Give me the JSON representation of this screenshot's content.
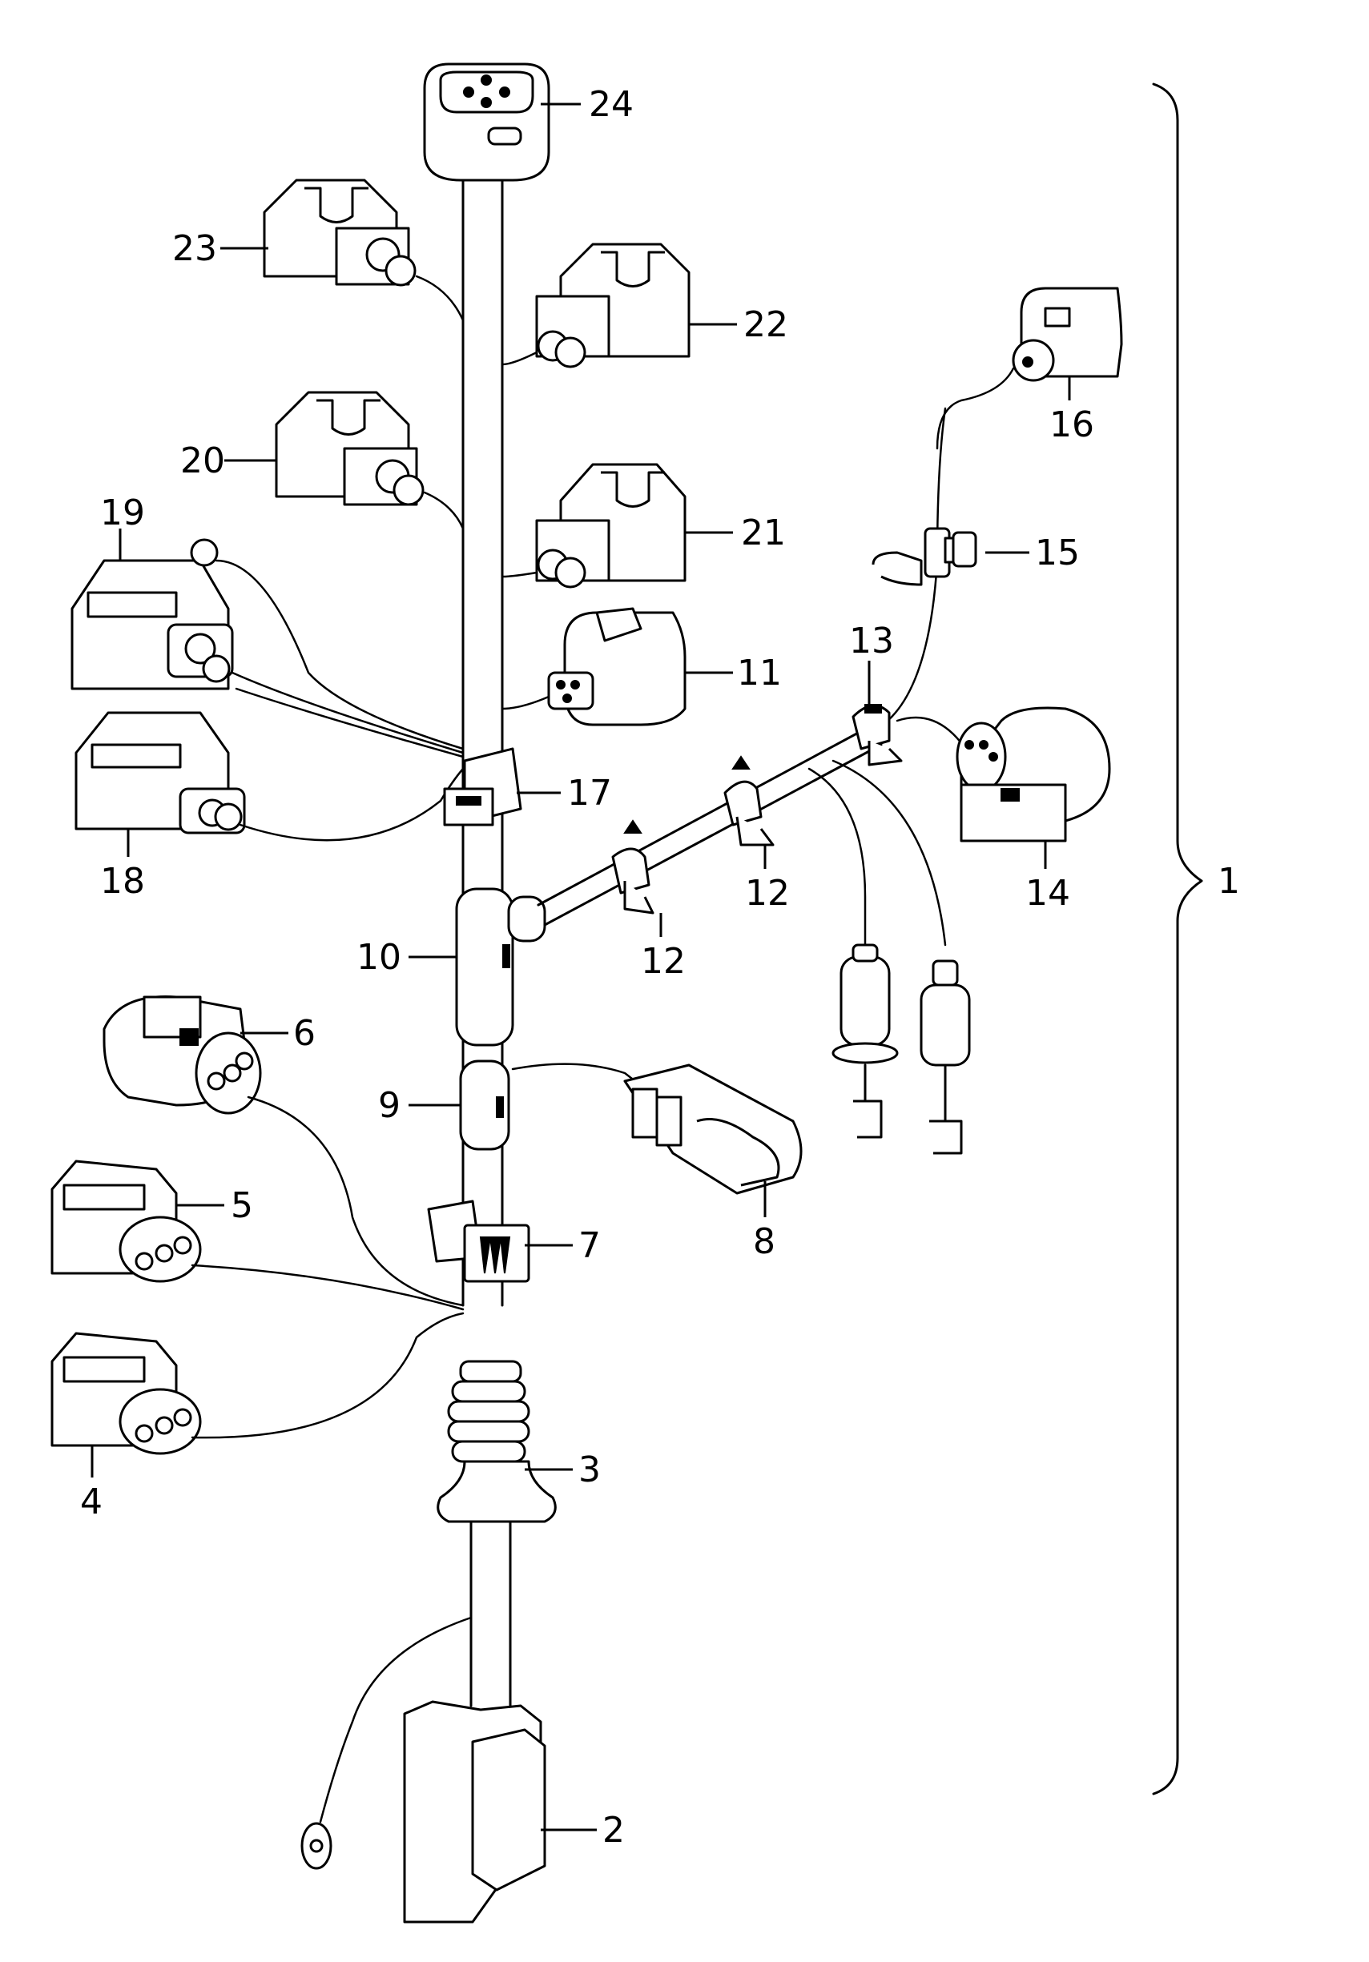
{
  "callouts": {
    "c1": "1",
    "c2": "2",
    "c3": "3",
    "c4": "4",
    "c5": "5",
    "c6": "6",
    "c7": "7",
    "c8": "8",
    "c9": "9",
    "c10": "10",
    "c11": "11",
    "c12a": "12",
    "c12b": "12",
    "c13": "13",
    "c14": "14",
    "c15": "15",
    "c16": "16",
    "c17": "17",
    "c18": "18",
    "c19": "19",
    "c20": "20",
    "c21": "21",
    "c22": "22",
    "c23": "23",
    "c24": "24"
  }
}
